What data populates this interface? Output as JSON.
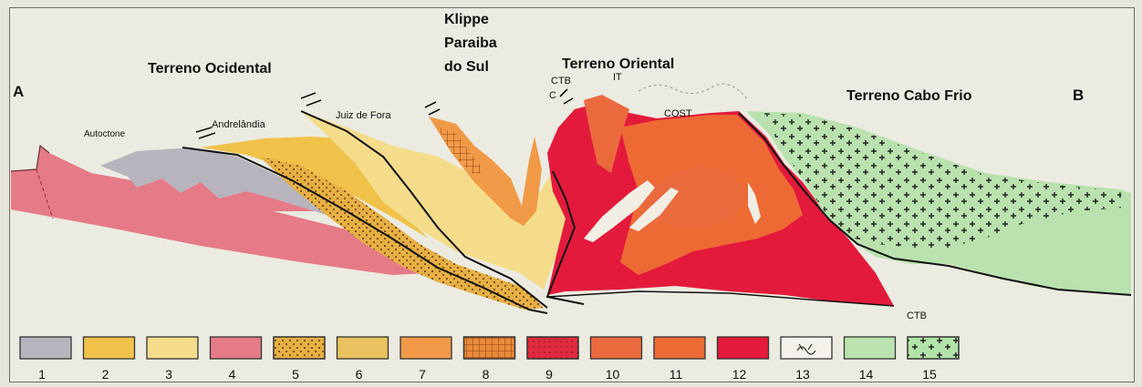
{
  "section": {
    "end_left": "A",
    "end_right": "B",
    "terrenes": {
      "ocidental": "Terreno Ocidental",
      "klippe_1": "Klippe",
      "klippe_2": "Paraiba",
      "klippe_3": "do Sul",
      "oriental": "Terreno Oriental",
      "cabo_frio": "Terreno Cabo Frio"
    },
    "units": {
      "autoctone": "Autoctone",
      "andrelandia": "Andrelândia",
      "juiz_de_fora": "Juiz de Fora",
      "ctb_top": "CTB",
      "c": "C",
      "it": "IT",
      "cost": "COST",
      "ctb_bottom": "CTB"
    }
  },
  "legend": {
    "items": [
      {
        "number": "1",
        "color": "#b7b4bd"
      },
      {
        "number": "2",
        "color": "#f0c24a"
      },
      {
        "number": "3",
        "color": "#f4dc8a"
      },
      {
        "number": "4",
        "color": "#e57b87"
      },
      {
        "number": "5",
        "color": "#e6b044",
        "pattern": "dots"
      },
      {
        "number": "6",
        "color": "#e9c15e"
      },
      {
        "number": "7",
        "color": "#f09a48"
      },
      {
        "number": "8",
        "color": "#e98a3a",
        "pattern": "grid"
      },
      {
        "number": "9",
        "color": "#df2b3e",
        "pattern": "dots"
      },
      {
        "number": "10",
        "color": "#ea6a3e"
      },
      {
        "number": "11",
        "color": "#ee6a35"
      },
      {
        "number": "12",
        "color": "#e31a3c"
      },
      {
        "number": "13",
        "color": "#f4f2ea",
        "pattern": "wavy"
      },
      {
        "number": "14",
        "color": "#b9e2ae"
      },
      {
        "number": "15",
        "color": "#b2e3a8",
        "pattern": "crosses"
      }
    ]
  }
}
